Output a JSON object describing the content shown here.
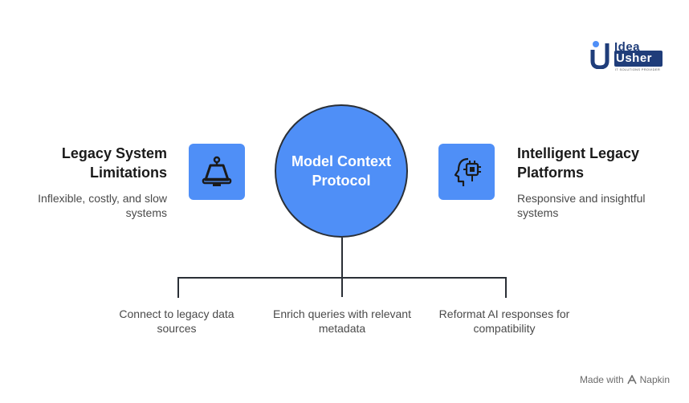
{
  "logo": {
    "line1": "Idea",
    "line2": "Usher",
    "tagline": "IT SOLUTIONS PROVIDER"
  },
  "center": {
    "label": "Model Context Protocol"
  },
  "left": {
    "title": "Legacy System Limitations",
    "description": "Inflexible, costly, and slow systems",
    "icon": "broken-device-icon"
  },
  "right": {
    "title": "Intelligent Legacy Platforms",
    "description": "Responsive and insightful systems",
    "icon": "ai-head-chip-icon"
  },
  "branches": [
    {
      "label": "Connect to legacy data sources"
    },
    {
      "label": "Enrich queries with relevant metadata"
    },
    {
      "label": "Reformat AI responses for compatibility"
    }
  ],
  "footer": {
    "text": "Made with",
    "brand": "Napkin",
    "icon": "napkin-logo-icon"
  },
  "colors": {
    "accent": "#4f8ff7",
    "outline": "#2a2f36",
    "logo": "#1f3d7a"
  }
}
